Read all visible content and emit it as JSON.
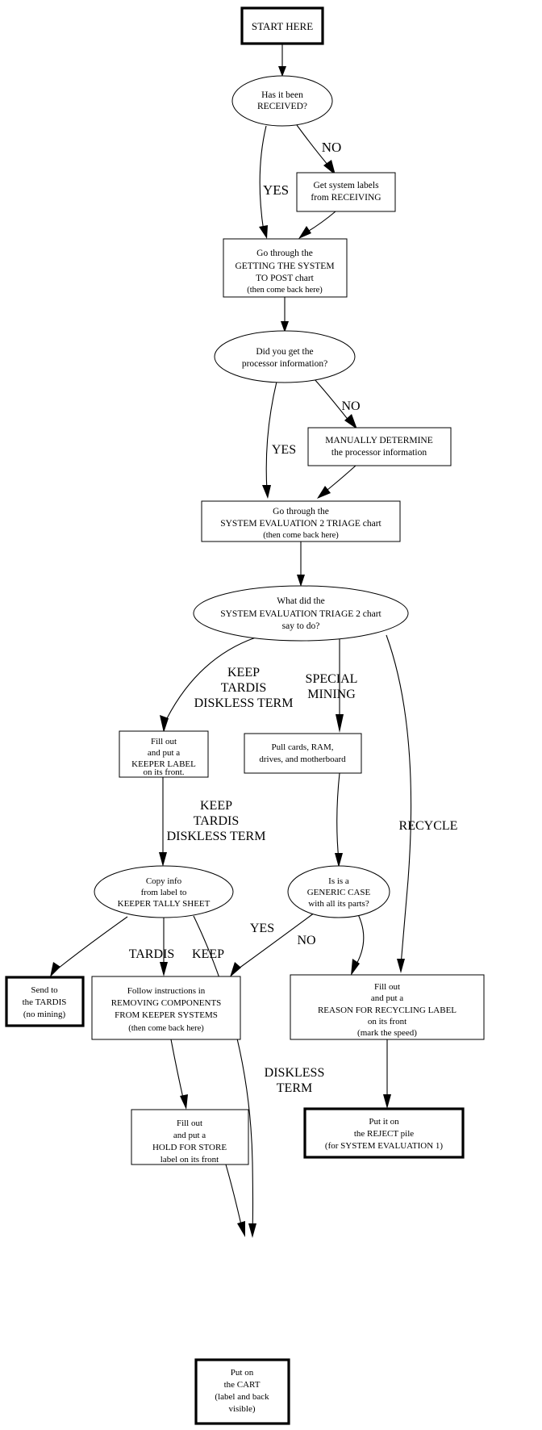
{
  "document": {
    "type": "flowchart",
    "title": "START HERE",
    "orientation": "top-to-bottom",
    "background_color": "#ffffff",
    "line_color": "#000000",
    "text_color": "#000000"
  },
  "nodes": {
    "start": {
      "shape": "box-bold",
      "lines": [
        "START HERE"
      ]
    },
    "received_q": {
      "shape": "ellipse",
      "lines": [
        "Has it been",
        "RECEIVED?"
      ]
    },
    "get_labels": {
      "shape": "box",
      "lines": [
        "Get system labels",
        "from RECEIVING"
      ]
    },
    "getting_to_post": {
      "shape": "box",
      "lines": [
        "Go through the",
        "GETTING THE SYSTEM",
        "TO POST chart",
        "(then come back here)"
      ]
    },
    "processor_q": {
      "shape": "ellipse",
      "lines": [
        "Did you get the",
        "processor information?"
      ]
    },
    "manually_determine": {
      "shape": "box",
      "lines": [
        "MANUALLY DETERMINE",
        "the processor information"
      ]
    },
    "sys_eval_2": {
      "shape": "box",
      "lines": [
        "Go through the",
        "SYSTEM EVALUATION 2 TRIAGE chart",
        "(then come back here)"
      ]
    },
    "triage_q": {
      "shape": "ellipse",
      "lines": [
        "What did the",
        "SYSTEM EVALUATION TRIAGE 2 chart",
        "say to do?"
      ]
    },
    "keeper_label": {
      "shape": "box",
      "lines": [
        "Fill out",
        "and put a",
        "KEEPER LABEL",
        "on its front."
      ]
    },
    "pull_parts": {
      "shape": "box",
      "lines": [
        "Pull cards, RAM,",
        "drives, and motherboard"
      ]
    },
    "tally_sheet": {
      "shape": "ellipse",
      "lines": [
        "Copy info",
        "from label to",
        "KEEPER TALLY SHEET"
      ]
    },
    "generic_case_q": {
      "shape": "ellipse",
      "lines": [
        "Is is a",
        "GENERIC CASE",
        "with all its parts?"
      ]
    },
    "send_tardis": {
      "shape": "box-bold",
      "lines": [
        "Send to",
        "the TARDIS",
        "(no mining)"
      ]
    },
    "removing_components": {
      "shape": "box",
      "lines": [
        "Follow instructions in",
        "REMOVING COMPONENTS",
        "FROM KEEPER SYSTEMS",
        "(then come back here)"
      ]
    },
    "recycling_label": {
      "shape": "box",
      "lines": [
        "Fill out",
        "and put a",
        "REASON FOR RECYCLING LABEL",
        "on its front",
        "(mark the speed)"
      ]
    },
    "hold_for_store": {
      "shape": "box",
      "lines": [
        "Fill out",
        "and put a",
        "HOLD FOR STORE",
        "label on its front"
      ]
    },
    "reject_pile": {
      "shape": "box-bold",
      "lines": [
        "Put it on",
        "the REJECT pile",
        "(for SYSTEM EVALUATION 1)"
      ]
    },
    "put_on_cart": {
      "shape": "box-bold",
      "lines": [
        "Put on",
        "the CART",
        "(label and back",
        "visible)"
      ]
    }
  },
  "edge_labels": {
    "received_no": "NO",
    "received_yes": "YES",
    "processor_no": "NO",
    "processor_yes": "YES",
    "triage_keep_1": [
      "KEEP",
      "TARDIS",
      "DISKLESS TERM"
    ],
    "triage_special_mining": [
      "SPECIAL",
      "MINING"
    ],
    "triage_recycle": "RECYCLE",
    "keep_label_2": [
      "KEEP",
      "TARDIS",
      "DISKLESS TERM"
    ],
    "tally_tardis": "TARDIS",
    "tally_keep": "KEEP",
    "generic_yes": "YES",
    "generic_no": "NO",
    "diskless_term": [
      "DISKLESS",
      "TERM"
    ]
  }
}
